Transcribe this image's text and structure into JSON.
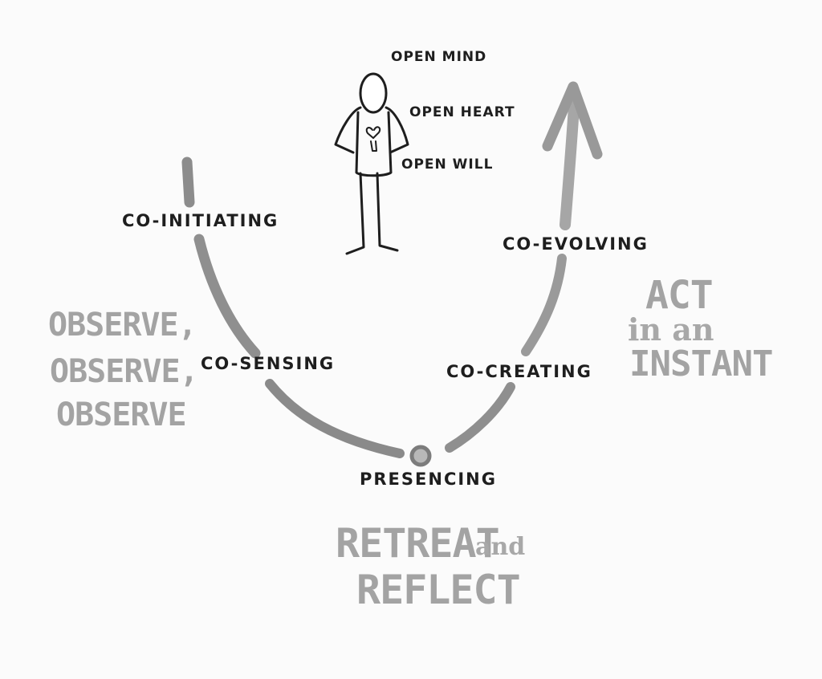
{
  "stages": {
    "co_initiating": "CO-INITIATING",
    "co_sensing": "CO-SENSING",
    "presencing": "PRESENCING",
    "co_creating": "CO-CREATING",
    "co_evolving": "CO-EVOLVING"
  },
  "figure": {
    "open_mind": "OPEN MIND",
    "open_heart": "OPEN HEART",
    "open_will": "OPEN WILL"
  },
  "annotations": {
    "observe_1": "OBSERVE,",
    "observe_2": "OBSERVE,",
    "observe_3": "OBSERVE",
    "retreat": "RETREAT",
    "and": "and",
    "reflect": "REFLECT",
    "act": "ACT",
    "in_an": "in an",
    "instant": "INSTANT"
  },
  "colors": {
    "ink": "#1e1e1e",
    "marker_gray": "#8f8f8f",
    "light_gray": "#a3a3a3",
    "paper": "#fbfbfb"
  }
}
